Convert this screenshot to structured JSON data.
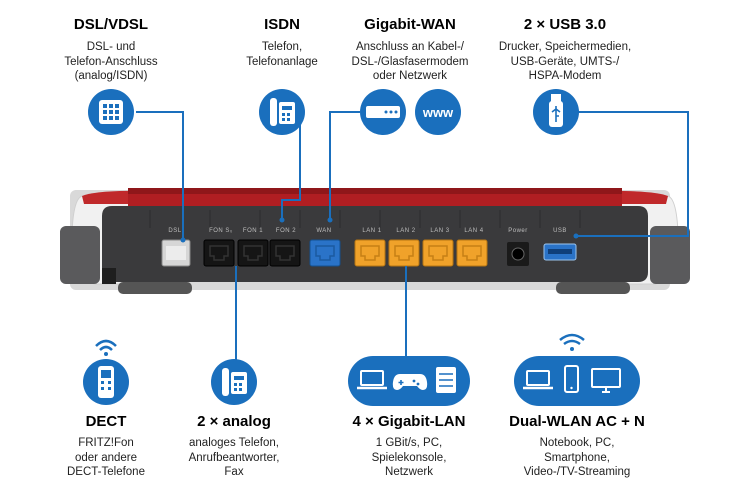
{
  "colors": {
    "accent": "#1a6fbd",
    "router_red": "#b01e22",
    "router_body": "#3a3a3c",
    "lan_yellow": "#f0a22a",
    "wan_blue": "#2a73c8"
  },
  "top": {
    "dsl": {
      "title": "DSL/VDSL",
      "line1": "DSL- und",
      "line2": "Telefon-Anschluss",
      "line3": "(analog/ISDN)",
      "icon": "phone-keypad-icon"
    },
    "isdn": {
      "title": "ISDN",
      "line1": "Telefon,",
      "line2": "Telefonanlage",
      "icon": "desk-phone-icon"
    },
    "wan": {
      "title": "Gigabit-WAN",
      "line1": "Anschluss an Kabel-/",
      "line2": "DSL-/Glasfasermodem",
      "line3": "oder Netzwerk",
      "icon": "modem-icon",
      "icon2": "www"
    },
    "usb": {
      "title": "2 × USB 3.0",
      "line1": "Drucker, Speichermedien,",
      "line2": "USB-Geräte, UMTS-/",
      "line3": "HSPA-Modem",
      "icon": "usb-icon"
    }
  },
  "bottom": {
    "dect": {
      "title": "DECT",
      "line1": "FRITZ!Fon",
      "line2": "oder andere",
      "line3": "DECT-Telefone",
      "icon": "cordless-phone-icon"
    },
    "analog": {
      "title": "2 × analog",
      "line1": "analoges Telefon,",
      "line2": "Anrufbeantworter,",
      "line3": "Fax",
      "icon": "desk-phone-icon"
    },
    "lan": {
      "title": "4 × Gigabit-LAN",
      "line1": "1 GBit/s, PC,",
      "line2": "Spielekonsole,",
      "line3": "Netzwerk",
      "icons": [
        "laptop-icon",
        "gamepad-icon",
        "server-icon"
      ]
    },
    "wlan": {
      "title": "Dual-WLAN AC + N",
      "line1": "Notebook, PC,",
      "line2": "Smartphone,",
      "line3": "Video-/TV-Streaming",
      "icons": [
        "laptop-icon",
        "smartphone-icon",
        "monitor-icon"
      ]
    }
  },
  "ports": {
    "dsl": "DSL",
    "fon": "FON S₀",
    "fon1": "FON 1",
    "fon2": "FON 2",
    "wan": "WAN",
    "lan1": "LAN 1",
    "lan2": "LAN 2",
    "lan3": "LAN 3",
    "lan4": "LAN 4",
    "power": "Power",
    "usb": "USB"
  }
}
